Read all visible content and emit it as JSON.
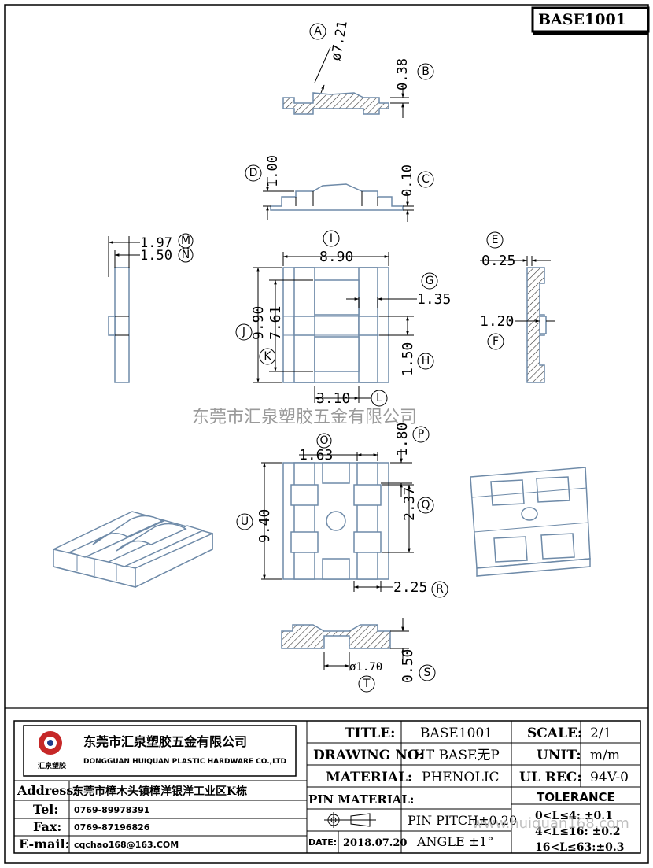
{
  "header_title": "BASE1001",
  "dimensions": {
    "A": {
      "letter": "A",
      "value": "ø7.21"
    },
    "B": {
      "letter": "B",
      "value": "0.38"
    },
    "C": {
      "letter": "C",
      "value": "0.10"
    },
    "D": {
      "letter": "D",
      "value": "1.00"
    },
    "E": {
      "letter": "E",
      "value": "0.25"
    },
    "F": {
      "letter": "F",
      "value": "1.20"
    },
    "G": {
      "letter": "G",
      "value": "1.35"
    },
    "H": {
      "letter": "H",
      "value": "1.50"
    },
    "I": {
      "letter": "I",
      "value": "8.90"
    },
    "J": {
      "letter": "J",
      "value": "9.90"
    },
    "K": {
      "letter": "K",
      "value": "7.61"
    },
    "L": {
      "letter": "L",
      "value": "3.10"
    },
    "M": {
      "letter": "M",
      "value": "1.97"
    },
    "N": {
      "letter": "N",
      "value": "1.50"
    },
    "O": {
      "letter": "O",
      "value": "1.63"
    },
    "P": {
      "letter": "P",
      "value": "1.80"
    },
    "Q": {
      "letter": "Q",
      "value": "2.37"
    },
    "R": {
      "letter": "R",
      "value": "2.25"
    },
    "S": {
      "letter": "S",
      "value": "0.50"
    },
    "T": {
      "letter": "T",
      "value": "ø1.70"
    },
    "U": {
      "letter": "U",
      "value": "9.40"
    }
  },
  "watermark": "东莞市汇泉塑胶五金有限公司",
  "watermark_bottom": "www.huiquan168.com",
  "company": {
    "cn_name": "东莞市汇泉塑胶五金有限公司",
    "en_name": "DONGGUAN HUIQUAN PLASTIC HARDWARE CO.,LTD",
    "logo_text": "汇泉塑胶",
    "address_label": "Address:",
    "address": "东莞市樟木头镇樟洋银洋工业区K栋",
    "tel_label": "Tel:",
    "tel": "0769-89978391",
    "fax_label": "Fax:",
    "fax": "0769-87196826",
    "email_label": "E-mail:",
    "email": "cqchao168@163.COM"
  },
  "title_block": {
    "title_label": "TITLE:",
    "title": "BASE1001",
    "drawing_no_label": "DRAWING NO:",
    "drawing_no": "HT BASE无P",
    "material_label": "MATERIAL:",
    "material": "PHENOLIC",
    "pin_material_label": "PIN MATERIAL:",
    "pin_material": "",
    "date_label": "DATE:",
    "date": "2018.07.20",
    "pin_pitch": "PIN PITCH±0.20",
    "angle": "ANGLE  ±1°",
    "scale_label": "SCALE:",
    "scale": "2/1",
    "unit_label": "UNIT:",
    "unit": "m/m",
    "ul_rec_label": "UL REC:",
    "ul_rec": "94V-0",
    "tolerance_label": "TOLERANCE",
    "tolerance": [
      "0<L≤4:  ±0.1",
      "4<L≤16: ±0.2",
      "16<L≤63:±0.3"
    ]
  }
}
